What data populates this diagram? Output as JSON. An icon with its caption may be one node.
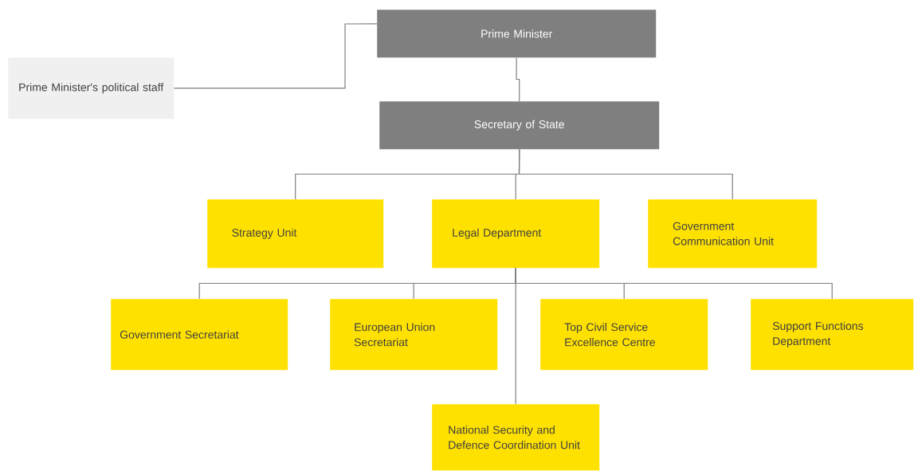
{
  "diagram": {
    "nodes": [
      {
        "text": [
          "Prime Minister"
        ]
      },
      {
        "text": [
          "Prime Minister's political staff"
        ]
      },
      {
        "text": [
          "Secretary of State"
        ]
      },
      {
        "text": [
          "Strategy Unit"
        ]
      },
      {
        "text": [
          "Legal Department"
        ]
      },
      {
        "text": [
          "Government Communication Unit"
        ]
      },
      {
        "text": [
          "Government Secretariat"
        ]
      },
      {
        "text": [
          "European Union Secretariat"
        ]
      },
      {
        "text": [
          "Top Civil Service Excellence Centre"
        ]
      },
      {
        "text": [
          "Support Functions Department"
        ]
      },
      {
        "text": [
          "National Security and Defence Coordination Unit"
        ]
      }
    ],
    "edges": [
      {
        "from": 0,
        "to": 1,
        "arrow": "none"
      },
      {
        "from": 0,
        "to": 2,
        "arrow": "none"
      },
      {
        "from": 2,
        "to": 3,
        "arrow": "none"
      },
      {
        "from": 2,
        "to": 4,
        "arrow": "none"
      },
      {
        "from": 2,
        "to": 5,
        "arrow": "none"
      },
      {
        "from": 4,
        "to": 6,
        "arrow": "none"
      },
      {
        "from": 4,
        "to": 7,
        "arrow": "none"
      },
      {
        "from": 4,
        "to": 8,
        "arrow": "none"
      },
      {
        "from": 4,
        "to": 9,
        "arrow": "none"
      },
      {
        "from": 4,
        "to": 10,
        "arrow": "none"
      }
    ]
  }
}
